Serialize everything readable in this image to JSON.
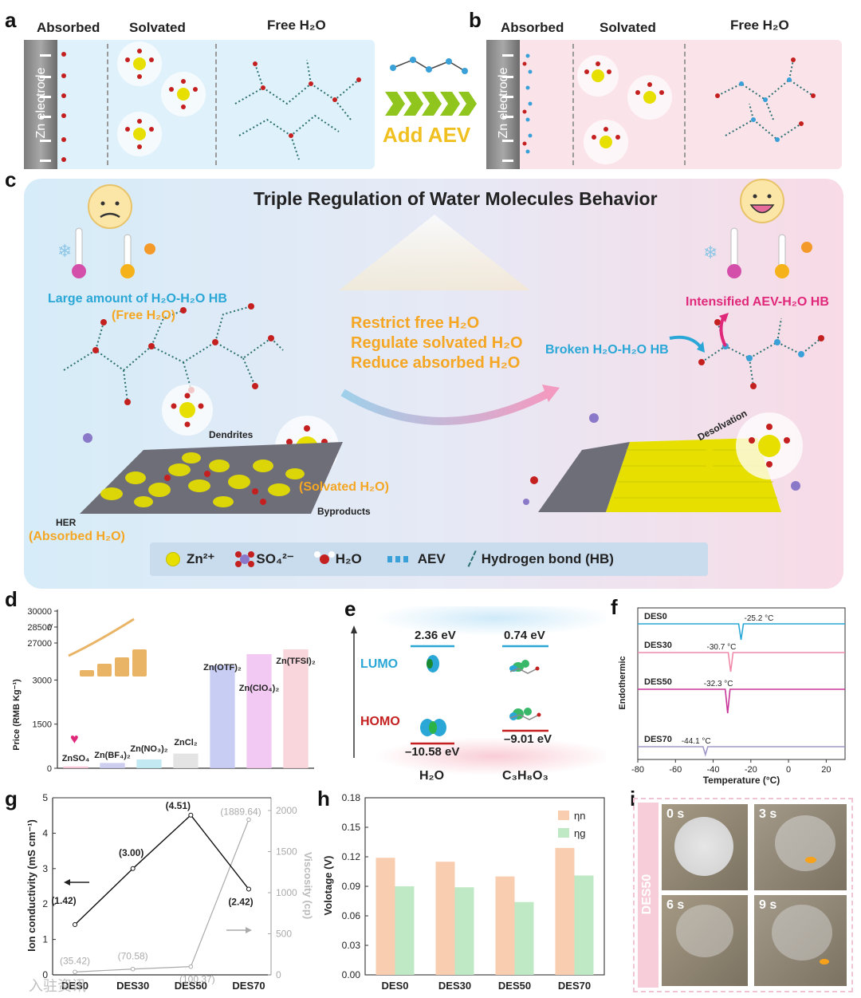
{
  "panel_labels": {
    "a": "a",
    "b": "b",
    "c": "c",
    "d": "d",
    "e": "e",
    "f": "f",
    "g": "g",
    "h": "h",
    "i": "i"
  },
  "panel_a": {
    "headers": [
      "Absorbed",
      "Solvated",
      "Free H₂O"
    ],
    "electrode_label": "Zn electrode"
  },
  "panel_b": {
    "headers": [
      "Absorbed",
      "Solvated",
      "Free H₂O"
    ],
    "electrode_label": "Zn electrode"
  },
  "add_aev": "Add AEV",
  "panel_c": {
    "title": "Triple Regulation of Water Molecules Behavior",
    "left_title": "Large amount of H₂O-H₂O HB",
    "left_subtitle": "(Free H₂O)",
    "bullets": [
      "Restrict free H₂O",
      "Regulate solvated H₂O",
      "Reduce absorbed H₂O"
    ],
    "broken": "Broken H₂O-H₂O HB",
    "intensified": "Intensified AEV-H₂O HB",
    "dendrites": "Dendrites",
    "solvated": "(Solvated H₂O)",
    "byproducts": "Byproducts",
    "her": "HER",
    "absorbed": "(Absorbed H₂O)",
    "desolvation": "Desolvation",
    "legend": [
      "Zn²⁺",
      "SO₄²⁻",
      "H₂O",
      "AEV",
      "Hydrogen bond (HB)"
    ],
    "colors": {
      "zn": "#e8e000",
      "free_label": "#f5a623",
      "blue_label": "#2aa7d6",
      "pink_label": "#e0287a"
    }
  },
  "chart_data": [
    {
      "id": "d",
      "type": "bar",
      "ylabel": "Price (RMB Kg⁻¹)",
      "categories": [
        "ZnSO₄",
        "Zn(BF₄)₂",
        "Zn(NO₃)₂",
        "ZnCl₂",
        "Zn(OTF)₂",
        "Zn(ClO₄)₂",
        "Zn(TFSI)₂"
      ],
      "values": [
        60,
        180,
        300,
        500,
        3100,
        3400,
        3500
      ],
      "y_ticks_lower": [
        "0",
        "1500",
        "3000"
      ],
      "y_ticks_upper": [
        "27000",
        "28500",
        "30000"
      ],
      "colors": [
        "#f7c0d4",
        "#c9c9f0",
        "#bde8f2",
        "#e1e1e1",
        "#c2c8f2",
        "#f1c3f1",
        "#f8d0d8"
      ]
    },
    {
      "id": "e",
      "type": "diagram",
      "molecules": [
        "H₂O",
        "C₃H₈O₃"
      ],
      "lumo_label": "LUMO",
      "homo_label": "HOMO",
      "lumo_values": [
        "2.36 eV",
        "0.74 eV"
      ],
      "homo_values": [
        "–10.58 eV",
        "–9.01 eV"
      ]
    },
    {
      "id": "f",
      "type": "line",
      "xlabel": "Temperature (°C)",
      "ylabel": "Endothermic",
      "series": [
        {
          "name": "DES0",
          "peak": "-25.2 °C",
          "color": "#2aa7d6"
        },
        {
          "name": "DES30",
          "peak": "-30.7 °C",
          "color": "#f08aa8"
        },
        {
          "name": "DES50",
          "peak": "-32.3 °C",
          "color": "#c8359a"
        },
        {
          "name": "DES70",
          "peak": "-44.1 °C",
          "color": "#a099c8"
        }
      ],
      "x_ticks": [
        "-80",
        "-60",
        "-40",
        "-20",
        "0",
        "20"
      ],
      "xlim": [
        -80,
        30
      ]
    },
    {
      "id": "g",
      "type": "line",
      "xlabel": "",
      "ylabel": "Ion conductivity (mS cm⁻¹)",
      "y2label": "Viscosity (cp)",
      "categories": [
        "DES0",
        "DES30",
        "DES50",
        "DES70"
      ],
      "series": [
        {
          "values": [
            1.42,
            3.0,
            4.51,
            2.42
          ],
          "labels": [
            "(1.42)",
            "(3.00)",
            "(4.51)",
            "(2.42)"
          ],
          "color": "#111111"
        },
        {
          "values": [
            35.42,
            70.58,
            100.37,
            1889.64
          ],
          "labels": [
            "(35.42)",
            "(70.58)",
            "(100.37)",
            "(1889.64)"
          ],
          "color": "#aaaaaa"
        }
      ],
      "ylim": [
        0,
        5
      ],
      "y2lim": [
        0,
        2000
      ],
      "y_ticks": [
        "0",
        "1",
        "2",
        "3",
        "4",
        "5"
      ],
      "y2_ticks": [
        "0",
        "500",
        "1000",
        "1500",
        "2000"
      ]
    },
    {
      "id": "h",
      "type": "bar",
      "ylabel": "Volotage (V)",
      "categories": [
        "DES0",
        "DES30",
        "DES50",
        "DES70"
      ],
      "series": [
        {
          "name": "ηn",
          "values": [
            0.119,
            0.115,
            0.1,
            0.129
          ],
          "color": "#f9cdb0"
        },
        {
          "name": "ηg",
          "values": [
            0.09,
            0.089,
            0.074,
            0.101
          ],
          "color": "#bfe8c4"
        }
      ],
      "ylim": [
        0,
        0.18
      ],
      "y_ticks": [
        "0.00",
        "0.03",
        "0.06",
        "0.09",
        "0.12",
        "0.15",
        "0.18"
      ]
    }
  ],
  "panel_i": {
    "side_label": "DES50",
    "times": [
      "0 s",
      "3 s",
      "6 s",
      "9 s"
    ]
  },
  "watermark": "入驻资讯"
}
